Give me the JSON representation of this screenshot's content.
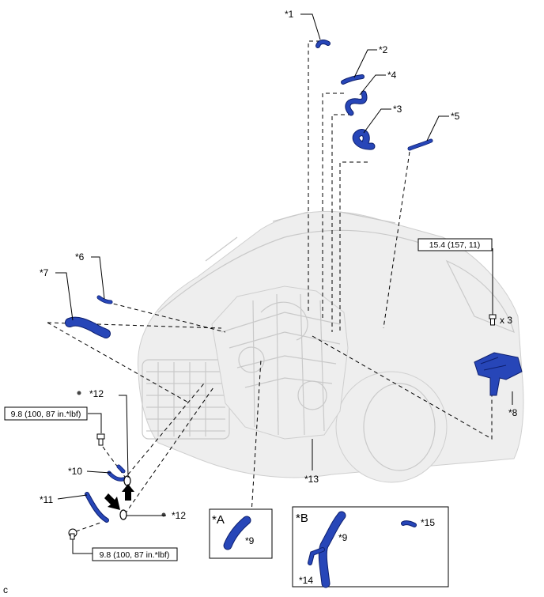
{
  "callouts": {
    "c1": "*1",
    "c2": "*2",
    "c3": "*3",
    "c4": "*4",
    "c5": "*5",
    "c6": "*6",
    "c7": "*7",
    "c8": "*8",
    "c9_a": "*9",
    "c9_b": "*9",
    "c10": "*10",
    "c11": "*11",
    "c12_top": "*12",
    "c12_bottom": "*12",
    "c13": "*13",
    "c14": "*14",
    "c15": "*15"
  },
  "views": {
    "view_a": "*A",
    "view_b": "*B"
  },
  "torque": {
    "upper_bolt": "15.4 (157, 11)",
    "left_bolt_top": "9.8 (100, 87 in.*lbf)",
    "left_bolt_bottom": "9.8 (100, 87 in.*lbf)"
  },
  "quantity": {
    "bolt_count": "x 3"
  },
  "corner_code": "c",
  "colors": {
    "part_blue": "#2746b8",
    "part_dark": "#0d1f6e",
    "ghost_grey": "#c9c9c9"
  }
}
